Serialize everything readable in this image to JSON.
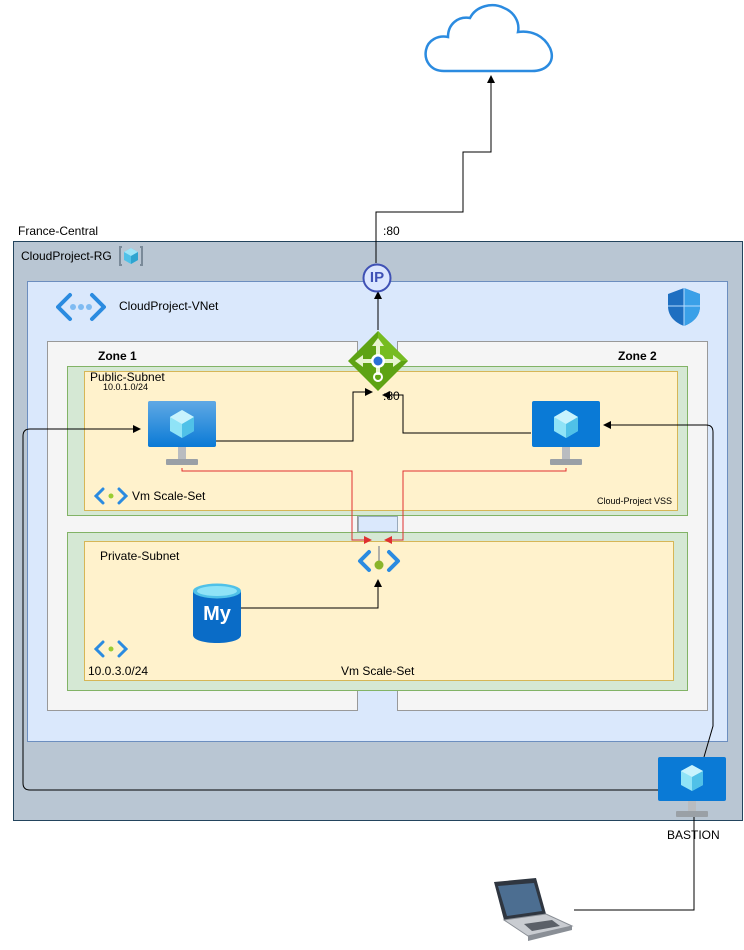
{
  "region": {
    "label": "France-Central"
  },
  "resource_group": {
    "label": "CloudProject-RG"
  },
  "vnet": {
    "label": "CloudProject-VNet"
  },
  "zones": {
    "zone1": "Zone 1",
    "zone2": "Zone 2"
  },
  "public_subnet": {
    "label": "Public-Subnet",
    "cidr": "10.0.1.0/24",
    "vmss_label": "Vm Scale-Set",
    "vss_label": "Cloud-Project VSS"
  },
  "private_subnet": {
    "label": "Private-Subnet",
    "cidr": "10.0.3.0/24",
    "vmss_label": "Vm Scale-Set"
  },
  "ports": {
    "public_ip_port": ":80",
    "lb_port": ":80"
  },
  "public_ip": {
    "badge": "IP"
  },
  "database": {
    "badge": "My"
  },
  "bastion": {
    "label": "BASTION"
  },
  "icons": {
    "cloud": "cloud-icon",
    "public_ip": "public-ip-icon",
    "load_balancer": "load-balancer-icon",
    "security": "shield-icon",
    "vnet": "vnet-icon",
    "vm": "virtual-machine-icon",
    "mysql": "mysql-database-icon",
    "laptop": "laptop-icon",
    "resource_group": "resource-group-icon"
  },
  "colors": {
    "rg_fill": "#b9c6d3",
    "vnet_fill": "#dae8fc",
    "zone_fill": "#f5f5f5",
    "subnet_fill": "#d5e8d4",
    "inner_fill": "#fff2cc",
    "azure_blue": "#0078d4",
    "lb_green": "#5ea314",
    "red_line": "#e03030"
  }
}
